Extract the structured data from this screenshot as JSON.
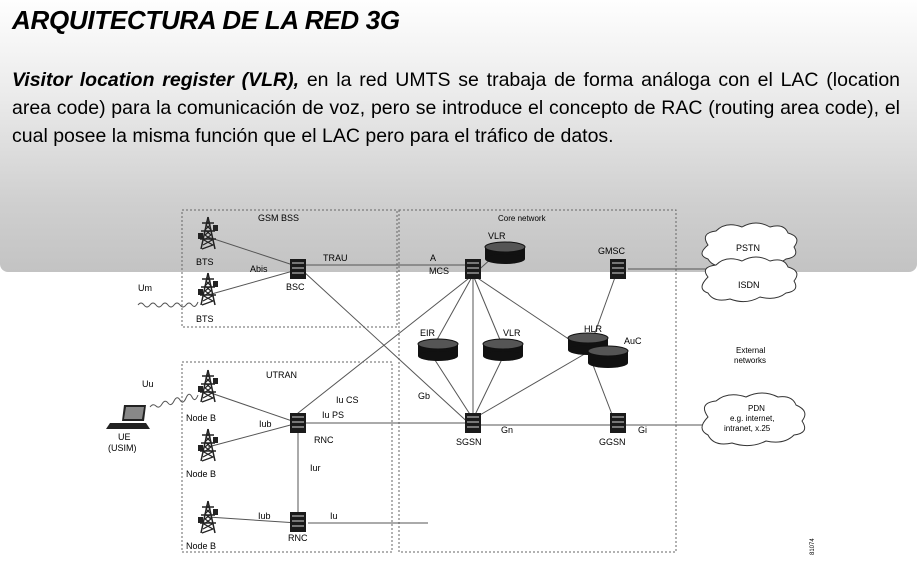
{
  "title": "ARQUITECTURA DE LA RED 3G",
  "paragraph": {
    "term": "Visitor location register (VLR),",
    "text": " en la red UMTS se trabaja de forma análoga con el LAC (location area code) para la comunicación de voz, pero se introduce el concepto de RAC (routing area code), el cual posee la misma función que el LAC pero para el tráfico de datos."
  },
  "diagram": {
    "gsm_bss": "GSM BSS",
    "core_network": "Core network",
    "utran": "UTRAN",
    "bts": "BTS",
    "bsc": "BSC",
    "abis": "Abis",
    "trau": "TRAU",
    "a": "A",
    "mcs": "MCS",
    "vlr": "VLR",
    "gmsc": "GMSC",
    "pstn": "PSTN",
    "isdn": "ISDN",
    "um": "Um",
    "eir": "EIR",
    "hlr": "HLR",
    "auc": "AuC",
    "external_networks_1": "External",
    "external_networks_2": "networks",
    "uu": "Uu",
    "iu_cs": "Iu CS",
    "iu_ps": "Iu PS",
    "gb": "Gb",
    "node_b": "Node B",
    "iub": "Iub",
    "rnc": "RNC",
    "ue": "UE",
    "usim": "(USIM)",
    "gn": "Gn",
    "gi": "Gi",
    "sgsn": "SGSN",
    "ggsn": "GGSN",
    "pdn_1": "PDN",
    "pdn_2": "e.g. internet,",
    "pdn_3": "intranet, x.25",
    "iur": "Iur",
    "iu": "Iu",
    "figure_id": "81074"
  }
}
